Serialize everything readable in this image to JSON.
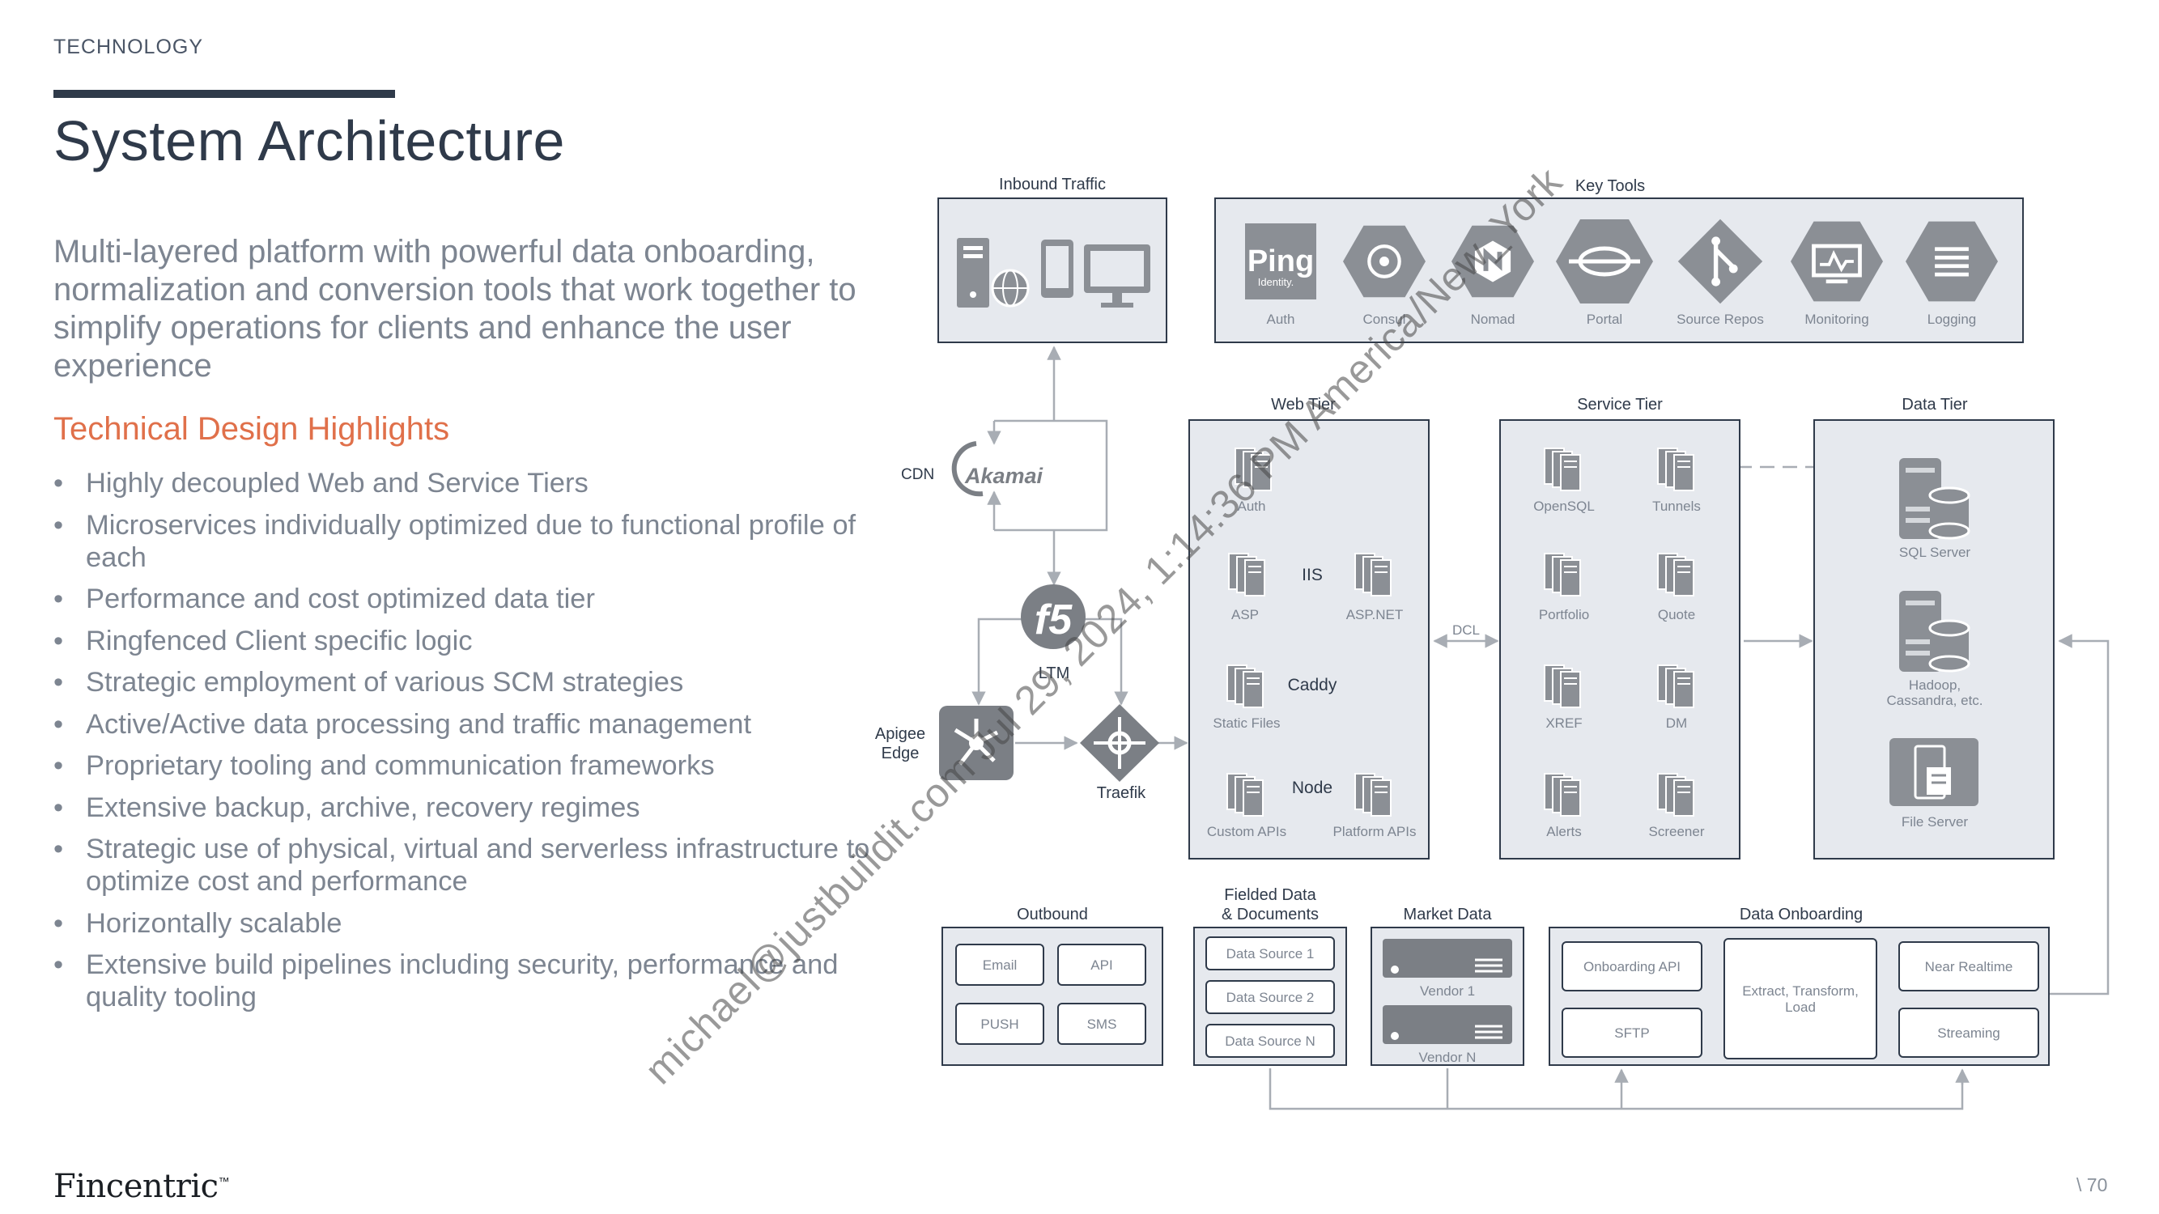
{
  "header": {
    "section": "TECHNOLOGY",
    "title": "System Architecture"
  },
  "intro": "Multi-layered platform with powerful data onboarding, normalization and conversion tools that work together to simplify operations for clients and enhance the user experience",
  "highlights": {
    "title": "Technical Design Highlights",
    "items": [
      "Highly decoupled Web and Service Tiers",
      "Microservices individually optimized due to functional profile of each",
      "Performance and cost optimized data tier",
      "Ringfenced Client specific logic",
      "Strategic employment of various SCM strategies",
      "Active/Active data processing and traffic management",
      "Proprietary tooling and communication frameworks",
      "Extensive backup, archive, recovery regimes",
      "Strategic use of physical, virtual and serverless infrastructure to optimize cost and performance",
      "Horizontally scalable",
      "Extensive build pipelines including security, performance and quality tooling"
    ]
  },
  "diagram": {
    "inbound_title": "Inbound Traffic",
    "key_tools": {
      "title": "Key Tools",
      "ping_logo": "Ping",
      "ping_sub": "Identity.",
      "labels": [
        "Auth",
        "Consul",
        "Nomad",
        "Portal",
        "Source Repos",
        "Monitoring",
        "Logging"
      ]
    },
    "cdn_label": "CDN",
    "akamai": "Akamai",
    "ltm_label": "LTM",
    "f5": "f5",
    "apigee_line1": "Apigee",
    "apigee_line2": "Edge",
    "traefik": "Traefik",
    "web_tier": {
      "title": "Web Tier",
      "auth": "Auth",
      "iis": "IIS",
      "asp": "ASP",
      "aspnet": "ASP.NET",
      "caddy": "Caddy",
      "static_files": "Static Files",
      "node": "Node",
      "custom_apis": "Custom APIs",
      "platform_apis": "Platform APIs"
    },
    "dcl": "DCL",
    "service_tier": {
      "title": "Service Tier",
      "opensql": "OpenSQL",
      "tunnels": "Tunnels",
      "portfolio": "Portfolio",
      "quote": "Quote",
      "xref": "XREF",
      "dm": "DM",
      "alerts": "Alerts",
      "screener": "Screener"
    },
    "data_tier": {
      "title": "Data Tier",
      "sql": "SQL Server",
      "hadoop1": "Hadoop,",
      "hadoop2": "Cassandra, etc.",
      "file": "File Server"
    },
    "outbound": {
      "title": "Outbound",
      "email": "Email",
      "api": "API",
      "push": "PUSH",
      "sms": "SMS"
    },
    "fielded": {
      "title1": "Fielded Data",
      "title2": "& Documents",
      "items": [
        "Data Source 1",
        "Data Source 2",
        "Data Source N"
      ]
    },
    "market": {
      "title": "Market Data",
      "vendor1": "Vendor 1",
      "vendorN": "Vendor N"
    },
    "onboarding": {
      "title": "Data Onboarding",
      "api": "Onboarding API",
      "sftp": "SFTP",
      "etl1": "Extract, Transform,",
      "etl2": "Load",
      "near": "Near Realtime",
      "streaming": "Streaming"
    }
  },
  "footer": {
    "logo": "Fincentric",
    "tm": "™",
    "page": "\\ 70"
  },
  "watermark": "michael@justbuildit.com Jul 29, 2024, 1:14:36 PM America/New_York",
  "colors": {
    "title": "#2f3a4a",
    "accent": "#e0704a",
    "body": "#7d8591",
    "box_fill": "#e6e9ee",
    "icon_gray": "#7b7f85"
  }
}
